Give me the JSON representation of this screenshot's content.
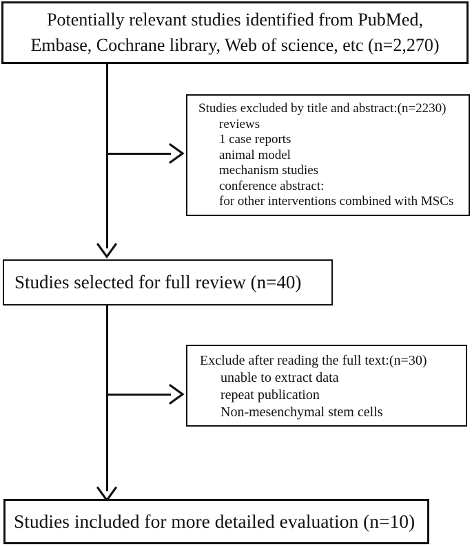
{
  "colors": {
    "ink": "#111111",
    "background": "#ffffff"
  },
  "boxes": {
    "identified": {
      "line1": "Potentially relevant studies identified from PubMed,",
      "line2": "Embase, Cochrane library, Web of science, etc (n=2,270)"
    },
    "excluded_title_abstract": {
      "title": "Studies excluded by title and abstract:(n=2230)",
      "items": [
        "reviews",
        "1 case reports",
        "animal model",
        "mechanism studies",
        "conference abstract:",
        "for other interventions combined with MSCs"
      ]
    },
    "full_review": {
      "text": "Studies selected for full review (n=40)"
    },
    "excluded_full_text": {
      "title": "Exclude after reading the full text:(n=30)",
      "items": [
        "unable to extract data",
        "repeat publication",
        "Non-mesenchymal stem cells"
      ]
    },
    "included": {
      "text": "Studies included for more detailed evaluation (n=10)"
    }
  }
}
